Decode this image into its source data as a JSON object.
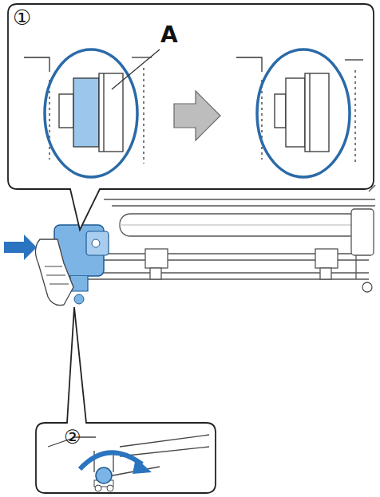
{
  "diagram": {
    "labels": [
      "①",
      "A",
      "②"
    ]
  }
}
